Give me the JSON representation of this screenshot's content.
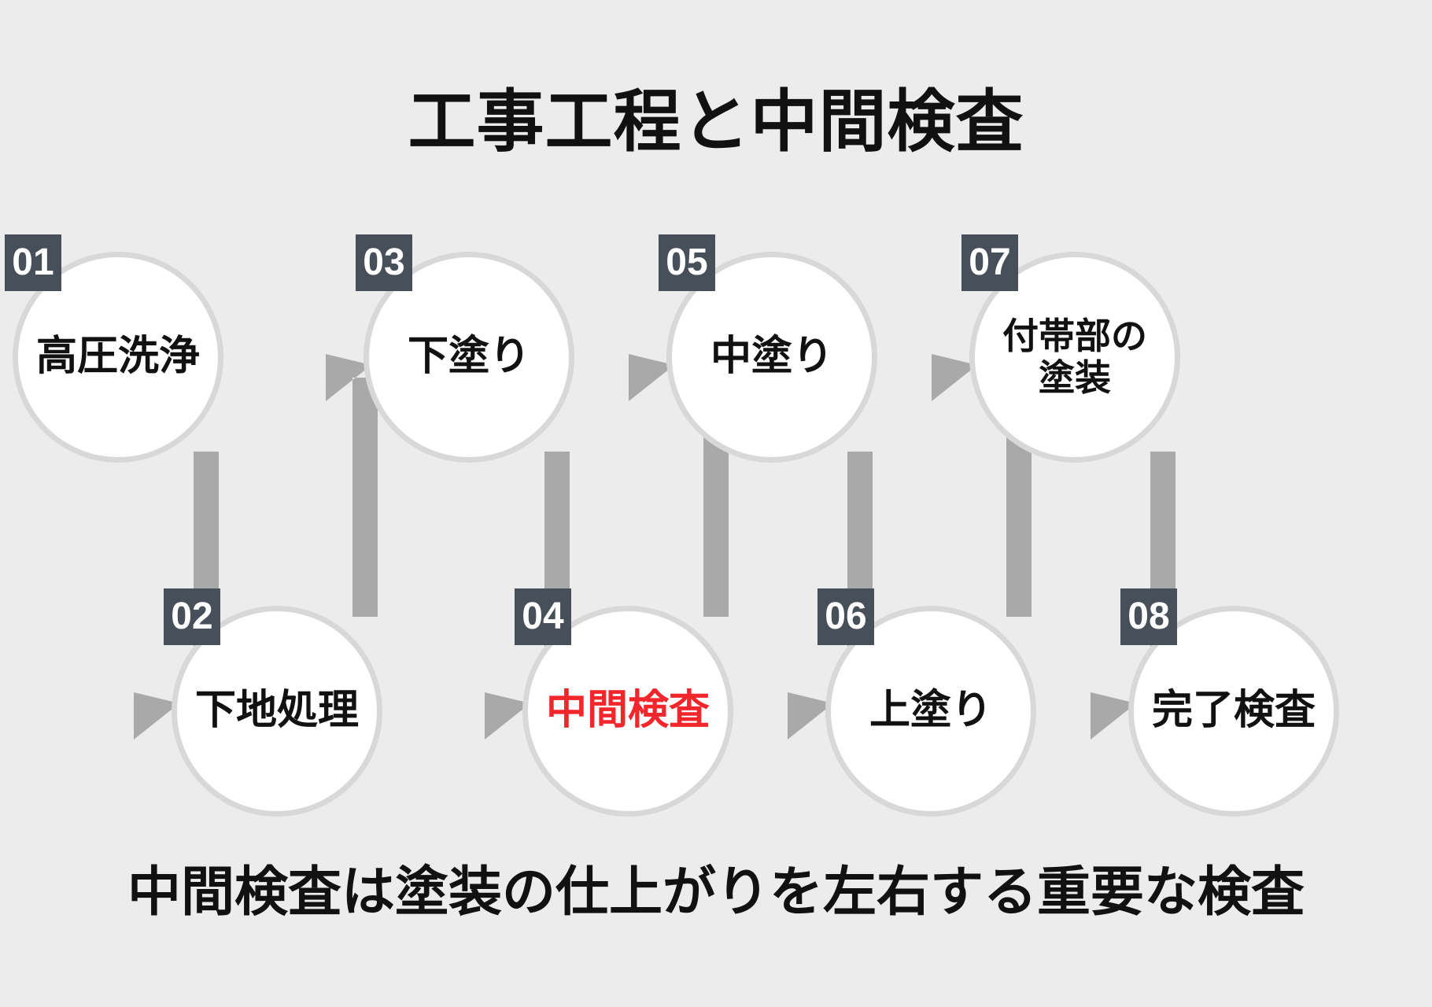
{
  "page": {
    "title": "工事工程と中間検査",
    "caption": "中間検査は塗装の仕上がりを左右する重要な検査",
    "background_color": "#ececec",
    "badge_color": "#474f59",
    "circle_fill": "#ffffff",
    "circle_border": "#d8d8d8",
    "arrow_color": "#a9a9a9",
    "accent_color": "#f2262b",
    "text_color": "#111111"
  },
  "steps": [
    {
      "number": "01",
      "label": "高圧洗浄",
      "label_line2": "",
      "row": "top",
      "accent": false
    },
    {
      "number": "02",
      "label": "下地処理",
      "label_line2": "",
      "row": "bottom",
      "accent": false
    },
    {
      "number": "03",
      "label": "下塗り",
      "label_line2": "",
      "row": "top",
      "accent": false
    },
    {
      "number": "04",
      "label": "中間検査",
      "label_line2": "",
      "row": "bottom",
      "accent": true
    },
    {
      "number": "05",
      "label": "中塗り",
      "label_line2": "",
      "row": "top",
      "accent": false
    },
    {
      "number": "06",
      "label": "上塗り",
      "label_line2": "",
      "row": "bottom",
      "accent": false
    },
    {
      "number": "07",
      "label": "付帯部の",
      "label_line2": "塗装",
      "row": "top",
      "accent": false
    },
    {
      "number": "08",
      "label": "完了検査",
      "label_line2": "",
      "row": "bottom",
      "accent": false
    }
  ],
  "connectors": [
    {
      "from": "01",
      "to": "02",
      "direction": "down-right"
    },
    {
      "from": "02",
      "to": "03",
      "direction": "up-right"
    },
    {
      "from": "03",
      "to": "04",
      "direction": "down-right"
    },
    {
      "from": "04",
      "to": "05",
      "direction": "up-right"
    },
    {
      "from": "05",
      "to": "06",
      "direction": "down-right"
    },
    {
      "from": "06",
      "to": "07",
      "direction": "up-right"
    },
    {
      "from": "07",
      "to": "08",
      "direction": "down-right"
    }
  ]
}
